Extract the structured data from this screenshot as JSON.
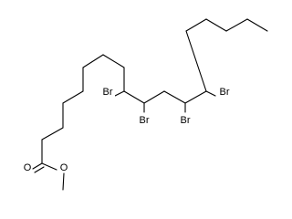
{
  "molecule": {
    "atoms": [
      {
        "id": "br1",
        "label": "Br"
      },
      {
        "id": "br2",
        "label": "Br"
      },
      {
        "id": "br3",
        "label": "Br"
      },
      {
        "id": "br4",
        "label": "Br"
      },
      {
        "id": "o1",
        "label": "O"
      },
      {
        "id": "o2",
        "label": "O"
      }
    ]
  },
  "colors": {
    "bond": "#000000",
    "text": "#000000",
    "background": "#ffffff"
  }
}
